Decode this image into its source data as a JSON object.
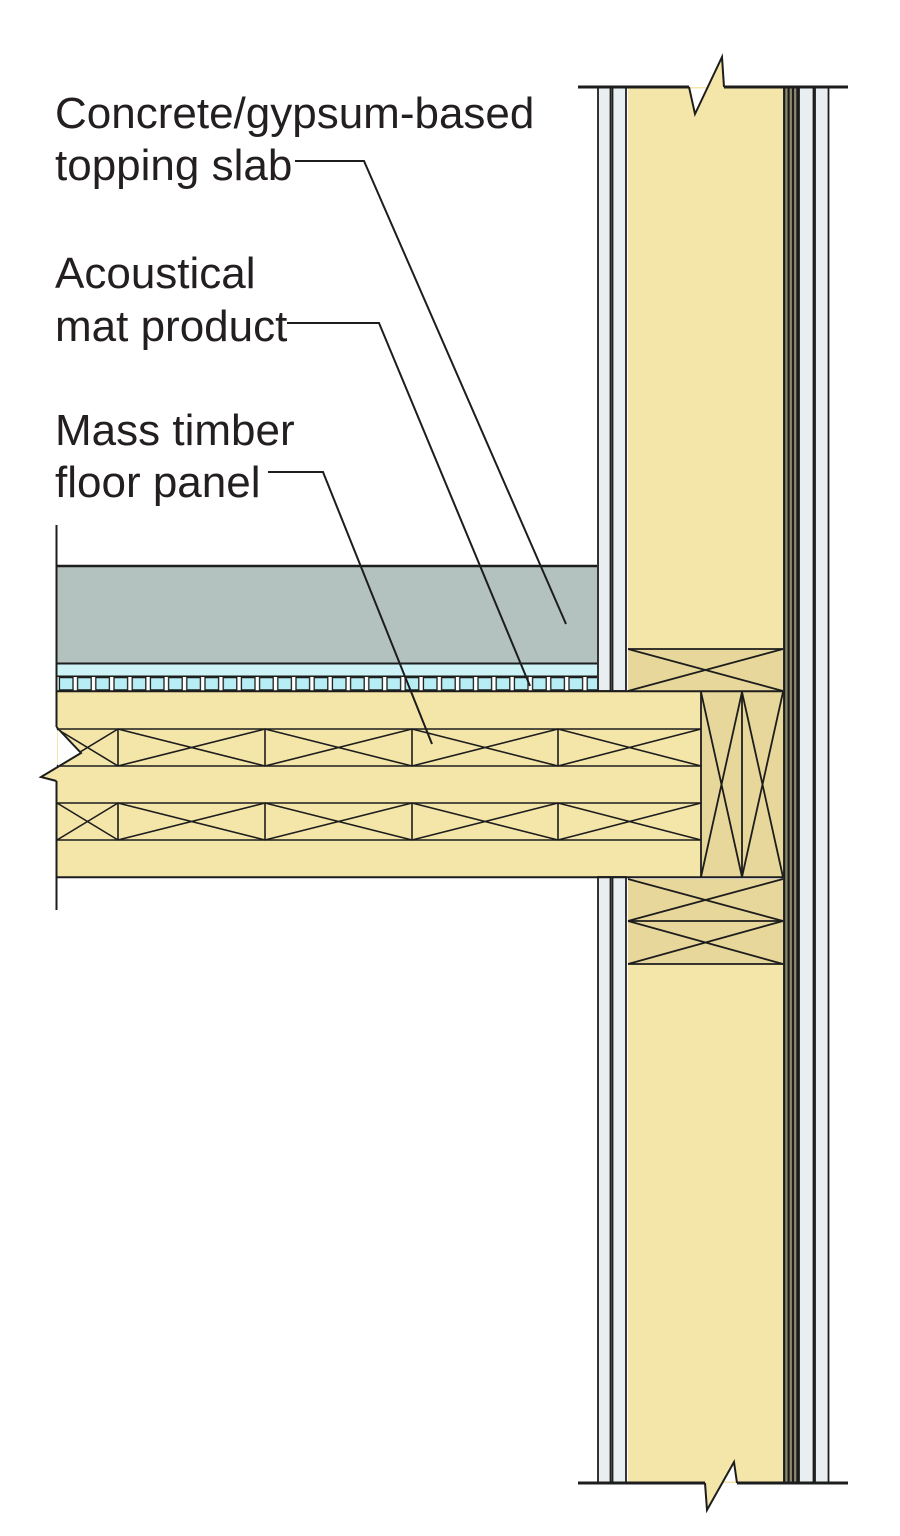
{
  "labels": {
    "topping_slab": {
      "line1": "Concrete/gypsum-based",
      "line2": "topping slab"
    },
    "acoustical_mat": {
      "line1": "Acoustical",
      "line2": "mat product"
    },
    "floor_panel": {
      "line1": "Mass timber",
      "line2": "floor panel"
    }
  },
  "colors": {
    "line": "#1d1d1d",
    "text": "#231f20",
    "timber": "#f4e5a8",
    "timber_plate": "#e8d79a",
    "topping_slab": "#b3c2bf",
    "acoustical_mat_top": "#cdf3f7",
    "acoustical_mat_tile": "#b7edf4",
    "gypsum_board": "#e9eff1",
    "sheathing_dark": "#8f8a6f",
    "background": "#ffffff"
  }
}
